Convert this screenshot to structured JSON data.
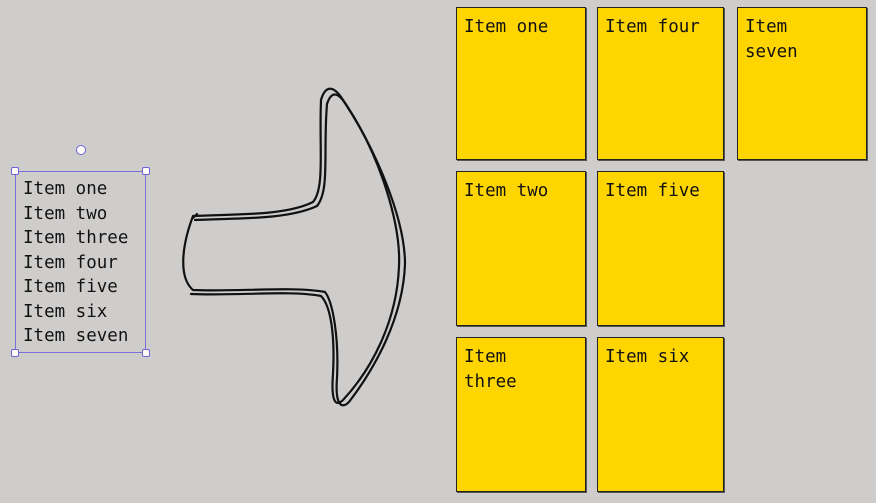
{
  "canvas": {
    "background": "#cfcdcc"
  },
  "text_block": {
    "lines": [
      "Item one",
      "Item two",
      "Item three",
      "Item four",
      "Item five",
      "Item six",
      "Item seven"
    ],
    "selection_color": "#7a72d9"
  },
  "arrow": {
    "icon": "arrow-right-icon",
    "stroke": "#111111"
  },
  "stickies": {
    "color": "#ffd500",
    "notes": [
      {
        "label": "Item one"
      },
      {
        "label": "Item two"
      },
      {
        "label": "Item three"
      },
      {
        "label": "Item four"
      },
      {
        "label": "Item five"
      },
      {
        "label": "Item six"
      },
      {
        "label": "Item seven"
      }
    ]
  }
}
